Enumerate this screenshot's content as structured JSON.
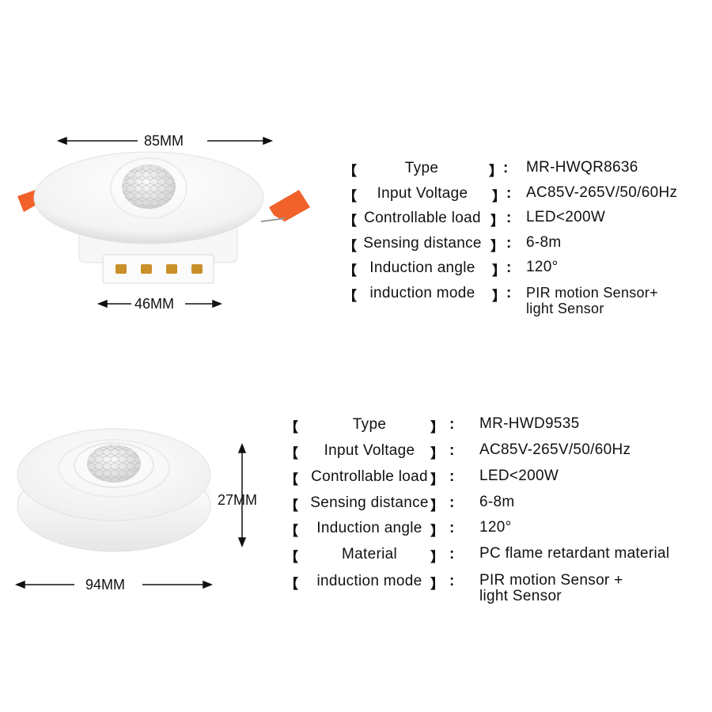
{
  "product1": {
    "width_label": "85MM",
    "base_label": "46MM",
    "specs": [
      {
        "label": "Type",
        "value": "MR-HWQR8636"
      },
      {
        "label": "Input Voltage",
        "value": "AC85V-265V/50/60Hz"
      },
      {
        "label": "Controllable load",
        "value": "LED<200W"
      },
      {
        "label": "Sensing distance",
        "value": "6-8m"
      },
      {
        "label": "Induction angle",
        "value": "120°"
      },
      {
        "label": "induction mode",
        "value": "PIR motion Sensor+",
        "value2": "light Sensor"
      }
    ]
  },
  "product2": {
    "height_label": "27MM",
    "width_label": "94MM",
    "specs": [
      {
        "label": "Type",
        "value": "MR-HWD9535"
      },
      {
        "label": "Input Voltage",
        "value": "AC85V-265V/50/60Hz"
      },
      {
        "label": "Controllable load",
        "value": "LED<200W"
      },
      {
        "label": "Sensing distance",
        "value": "6-8m"
      },
      {
        "label": "Induction angle",
        "value": "120°"
      },
      {
        "label": "Material",
        "value": "PC flame retardant material"
      },
      {
        "label": "induction mode",
        "value": "PIR motion Sensor +",
        "value2": "light Sensor"
      }
    ]
  },
  "symbols": {
    "open": "【",
    "close": "】",
    "colon": ":"
  },
  "colors": {
    "clip": "#f0622a",
    "body": "#ffffff",
    "lens": "#e9e9e9",
    "terminal": "#c9902a"
  }
}
